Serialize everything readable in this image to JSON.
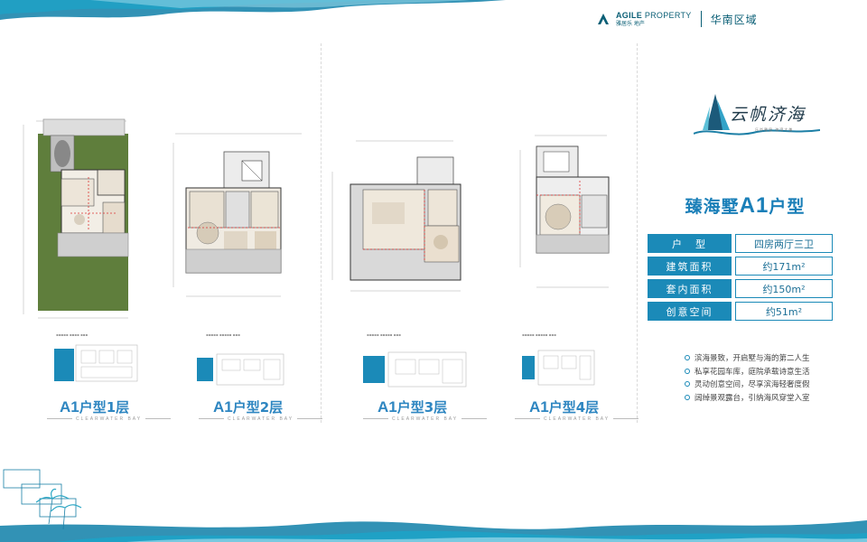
{
  "brand": {
    "name_en_bold": "AGILE",
    "name_en_rest": " PROPERTY",
    "name_cn": "雅居乐 地产",
    "region": "华南区域"
  },
  "project": {
    "logo_text": "云帆济海",
    "tagline": "乐尚雅居 海湾大美"
  },
  "unit": {
    "title_prefix": "臻海墅",
    "title_code": "A1",
    "title_suffix": "户型"
  },
  "specs": [
    {
      "key": "户　型",
      "value": "四房两厅三卫"
    },
    {
      "key": "建筑面积",
      "value": "约171m²"
    },
    {
      "key": "套内面积",
      "value": "约150m²"
    },
    {
      "key": "创意空间",
      "value": "约51m²"
    }
  ],
  "features": [
    "滨海景致，开启墅与海的第二人生",
    "私享花园车库，庭院承载诗意生活",
    "灵动创意空间，尽享滨海轻奢度假",
    "阔绰景观露台，引纳海风穿堂入室"
  ],
  "floors": [
    {
      "code": "A1",
      "label": "户型1层",
      "sub": "CLEARWATER BAY"
    },
    {
      "code": "A1",
      "label": "户型2层",
      "sub": "CLEARWATER BAY"
    },
    {
      "code": "A1",
      "label": "户型3层",
      "sub": "CLEARWATER BAY"
    },
    {
      "code": "A1",
      "label": "户型4层",
      "sub": "CLEARWATER BAY"
    }
  ],
  "colors": {
    "accent": "#1b8ab8",
    "title_blue": "#2e86c1",
    "brand": "#0a5f76",
    "garden_green": "#5f7e3c"
  }
}
